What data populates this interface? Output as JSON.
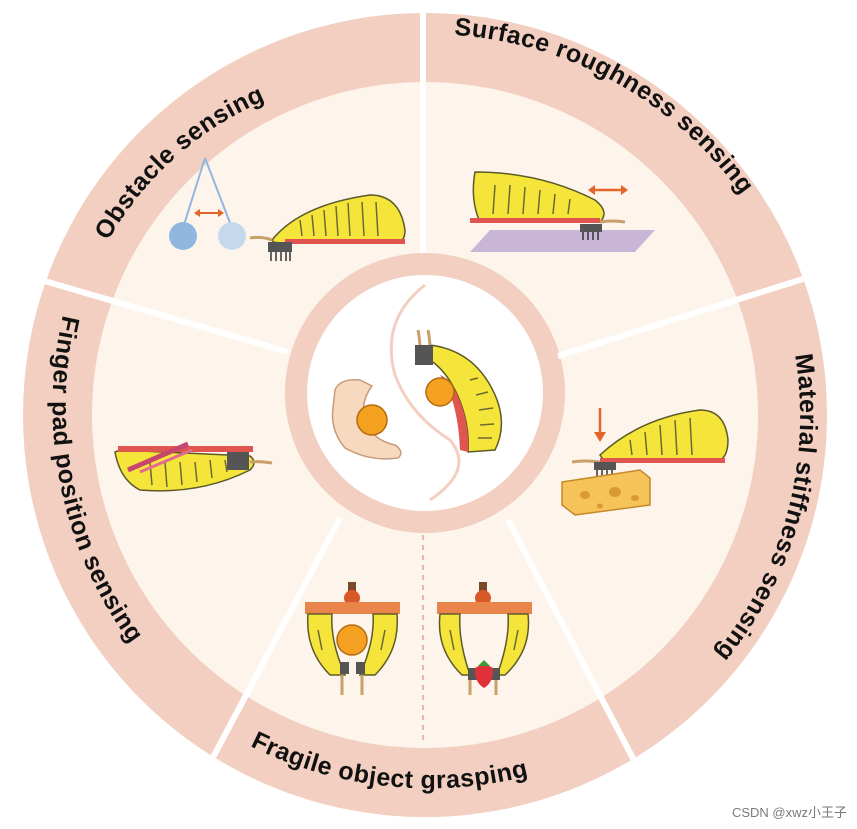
{
  "labels": {
    "obstacle": "Obstacle sensing",
    "surface": "Surface roughness sensing",
    "material": "Material stiffness sensing",
    "fragile": "Fragile object grasping",
    "finger_pad": "Finger pad position sensing"
  },
  "watermark": "CSDN @xwz小王子",
  "colors": {
    "ring": "#f2cfc0",
    "sector": "#fdf5ec",
    "center": "#ffffff",
    "finger_yellow": "#f5e43a",
    "finger_red": "#e0554f",
    "arrow": "#e2652a",
    "orange": "#f4a020",
    "pendulum": "#8fb7e0",
    "cheese": "#f6c25a",
    "surface": "#c9b5d6"
  },
  "icons": [
    "pendulum-icon",
    "soft-finger-icon",
    "brush-sensor-icon",
    "rough-surface-icon",
    "cheese-icon",
    "gripper-icon",
    "strawberry-icon",
    "orange-icon",
    "human-hand-icon"
  ]
}
